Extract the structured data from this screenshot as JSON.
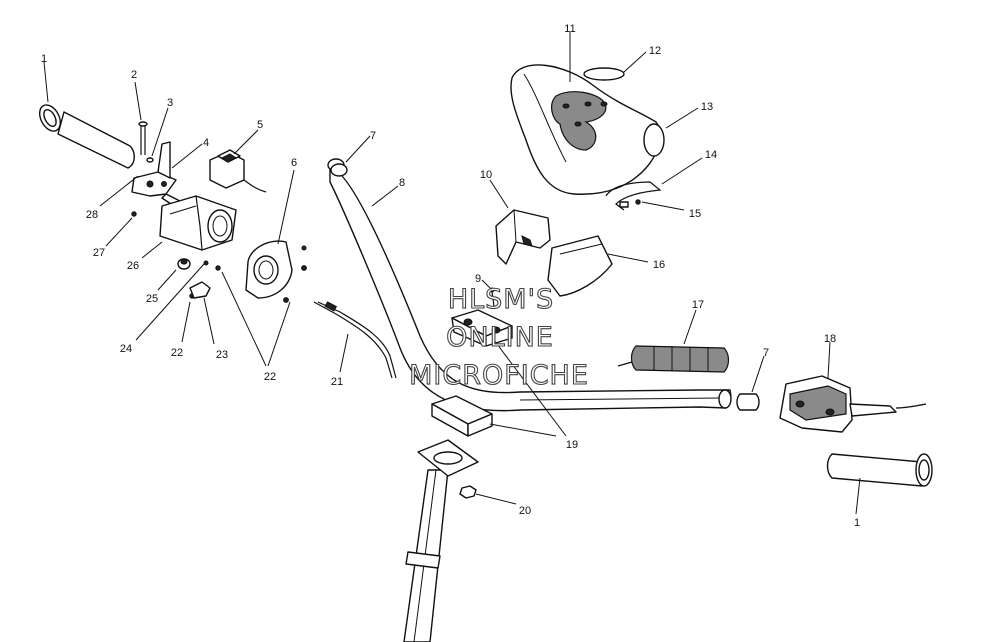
{
  "watermark": {
    "line1": "HLSM'S",
    "line2": "ONLINE",
    "line3": "MICROFICHE"
  },
  "callouts": [
    {
      "id": "c1a",
      "text": "1"
    },
    {
      "id": "c2",
      "text": "2"
    },
    {
      "id": "c3",
      "text": "3"
    },
    {
      "id": "c4",
      "text": "4"
    },
    {
      "id": "c5",
      "text": "5"
    },
    {
      "id": "c6",
      "text": "6"
    },
    {
      "id": "c7a",
      "text": "7"
    },
    {
      "id": "c8",
      "text": "8"
    },
    {
      "id": "c9",
      "text": "9"
    },
    {
      "id": "c10",
      "text": "10"
    },
    {
      "id": "c11",
      "text": "11"
    },
    {
      "id": "c12",
      "text": "12"
    },
    {
      "id": "c13",
      "text": "13"
    },
    {
      "id": "c14",
      "text": "14"
    },
    {
      "id": "c15",
      "text": "15"
    },
    {
      "id": "c16",
      "text": "16"
    },
    {
      "id": "c17",
      "text": "17"
    },
    {
      "id": "c18",
      "text": "18"
    },
    {
      "id": "c7b",
      "text": "7"
    },
    {
      "id": "c19",
      "text": "19"
    },
    {
      "id": "c20",
      "text": "20"
    },
    {
      "id": "c1b",
      "text": "1"
    },
    {
      "id": "c21",
      "text": "21"
    },
    {
      "id": "c22a",
      "text": "22"
    },
    {
      "id": "c22b",
      "text": "22"
    },
    {
      "id": "c23",
      "text": "23"
    },
    {
      "id": "c24",
      "text": "24"
    },
    {
      "id": "c25",
      "text": "25"
    },
    {
      "id": "c26",
      "text": "26"
    },
    {
      "id": "c27",
      "text": "27"
    },
    {
      "id": "c28",
      "text": "28"
    }
  ]
}
